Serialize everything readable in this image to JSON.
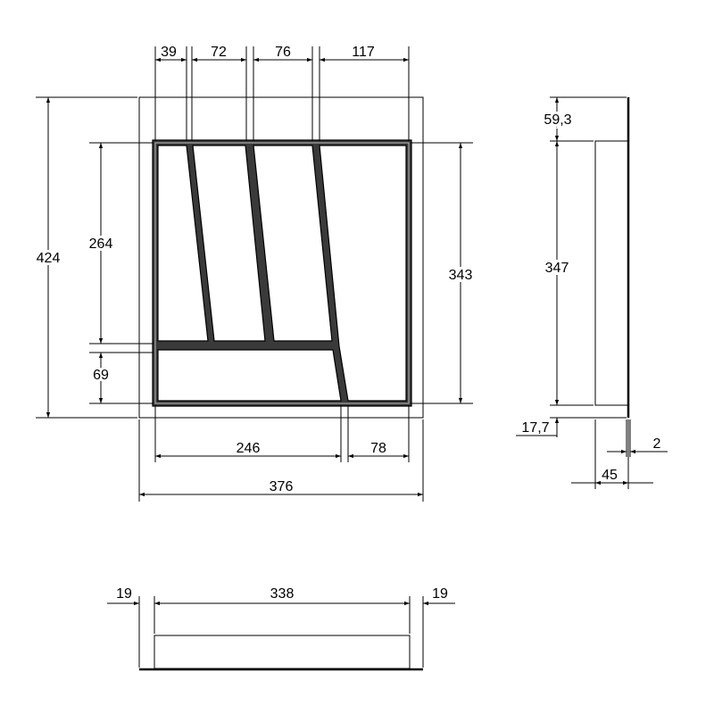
{
  "top_view": {
    "dims": {
      "top_39": "39",
      "top_72": "72",
      "top_76": "76",
      "top_117": "117",
      "left_424": "424",
      "left_264": "264",
      "left_69": "69",
      "right_343": "343",
      "bottom_246": "246",
      "bottom_78": "78",
      "bottom_376": "376"
    }
  },
  "side_view": {
    "dims": {
      "top_59_3": "59,3",
      "height_347": "347",
      "bottom_17_7": "17,7",
      "width_45": "45",
      "wall_2": "2"
    }
  },
  "front_view": {
    "dims": {
      "left_19": "19",
      "width_338": "338",
      "right_19": "19"
    }
  },
  "colors": {
    "line": "#000000",
    "tray_fill": "#3a3a3a",
    "paper": "#ffffff"
  }
}
